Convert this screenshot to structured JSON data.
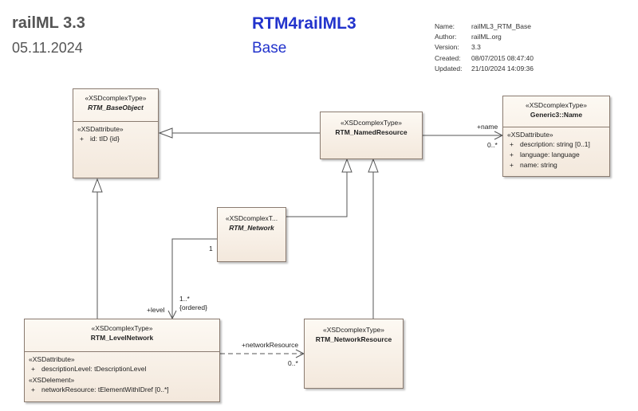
{
  "header": {
    "title": "railML 3.3",
    "date": "05.11.2024",
    "package_title": "RTM4railML3",
    "package_subtitle": "Base"
  },
  "meta": [
    {
      "key": "Name:",
      "value": "railML3_RTM_Base"
    },
    {
      "key": "Author:",
      "value": "railML.org"
    },
    {
      "key": "Version:",
      "value": "3.3"
    },
    {
      "key": "Created:",
      "value": "08/07/2015 08:47:40"
    },
    {
      "key": "Updated:",
      "value": "21/10/2024 14:09:36"
    }
  ],
  "classes": {
    "base_object": {
      "stereotype": "«XSDcomplexType»",
      "name": "RTM_BaseObject",
      "attr_stereotype": "«XSDattribute»",
      "attrs": [
        {
          "vis": "+",
          "text": "id: tID {id}"
        }
      ]
    },
    "named_resource": {
      "stereotype": "«XSDcomplexType»",
      "name": "RTM_NamedResource"
    },
    "generic_name": {
      "stereotype": "«XSDcomplexType»",
      "name": "Generic3::Name",
      "attr_stereotype": "«XSDattribute»",
      "attrs": [
        {
          "vis": "+",
          "text": "description: string [0..1]"
        },
        {
          "vis": "+",
          "text": "language: language"
        },
        {
          "vis": "+",
          "text": "name: string"
        }
      ]
    },
    "network": {
      "stereotype": "«XSDcomplexT...",
      "name": "RTM_Network"
    },
    "level_network": {
      "stereotype": "«XSDcomplexType»",
      "name": "RTM_LevelNetwork",
      "attr_stereotype": "«XSDattribute»",
      "attrs": [
        {
          "vis": "+",
          "text": "descriptionLevel: tDescriptionLevel"
        }
      ],
      "elem_stereotype": "«XSDelement»",
      "elems": [
        {
          "vis": "+",
          "text": "networkResource: tElementWithIDref [0..*]"
        }
      ]
    },
    "network_resource": {
      "stereotype": "«XSDcomplexType»",
      "name": "RTM_NetworkResource"
    }
  },
  "connectors": {
    "name_role": "+name",
    "name_mult": "0..*",
    "network_mult": "1",
    "level_mult": "1..*",
    "level_ordered": "{ordered}",
    "level_role": "+level",
    "netres_role": "+networkResource",
    "netres_mult": "0..*"
  }
}
